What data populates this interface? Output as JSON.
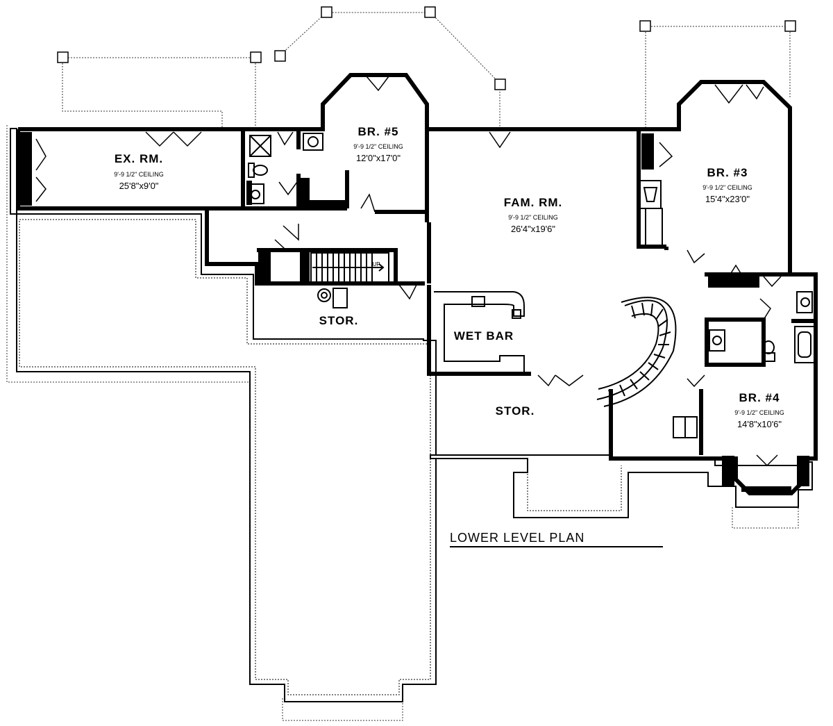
{
  "plan": {
    "title": "LOWER LEVEL PLAN",
    "rooms": {
      "ex_rm": {
        "name": "EX. RM.",
        "ceiling": "9'-9 1/2\" CEILING",
        "size": "25'8\"x9'0\""
      },
      "br5": {
        "name": "BR. #5",
        "ceiling": "9'-9 1/2\" CEILING",
        "size": "12'0\"x17'0\""
      },
      "fam_rm": {
        "name": "FAM. RM.",
        "ceiling": "9'-9 1/2\" CEILING",
        "size": "26'4\"x19'6\""
      },
      "br3": {
        "name": "BR. #3",
        "ceiling": "9'-9 1/2\" CEILING",
        "size": "15'4\"x23'0\""
      },
      "br4": {
        "name": "BR. #4",
        "ceiling": "9'-9 1/2\" CEILING",
        "size": "14'8\"x10'6\""
      },
      "stor_left": {
        "name": "STOR."
      },
      "stor_center": {
        "name": "STOR."
      },
      "wet_bar": {
        "name": "WET BAR"
      }
    },
    "stair_label": "UP"
  }
}
